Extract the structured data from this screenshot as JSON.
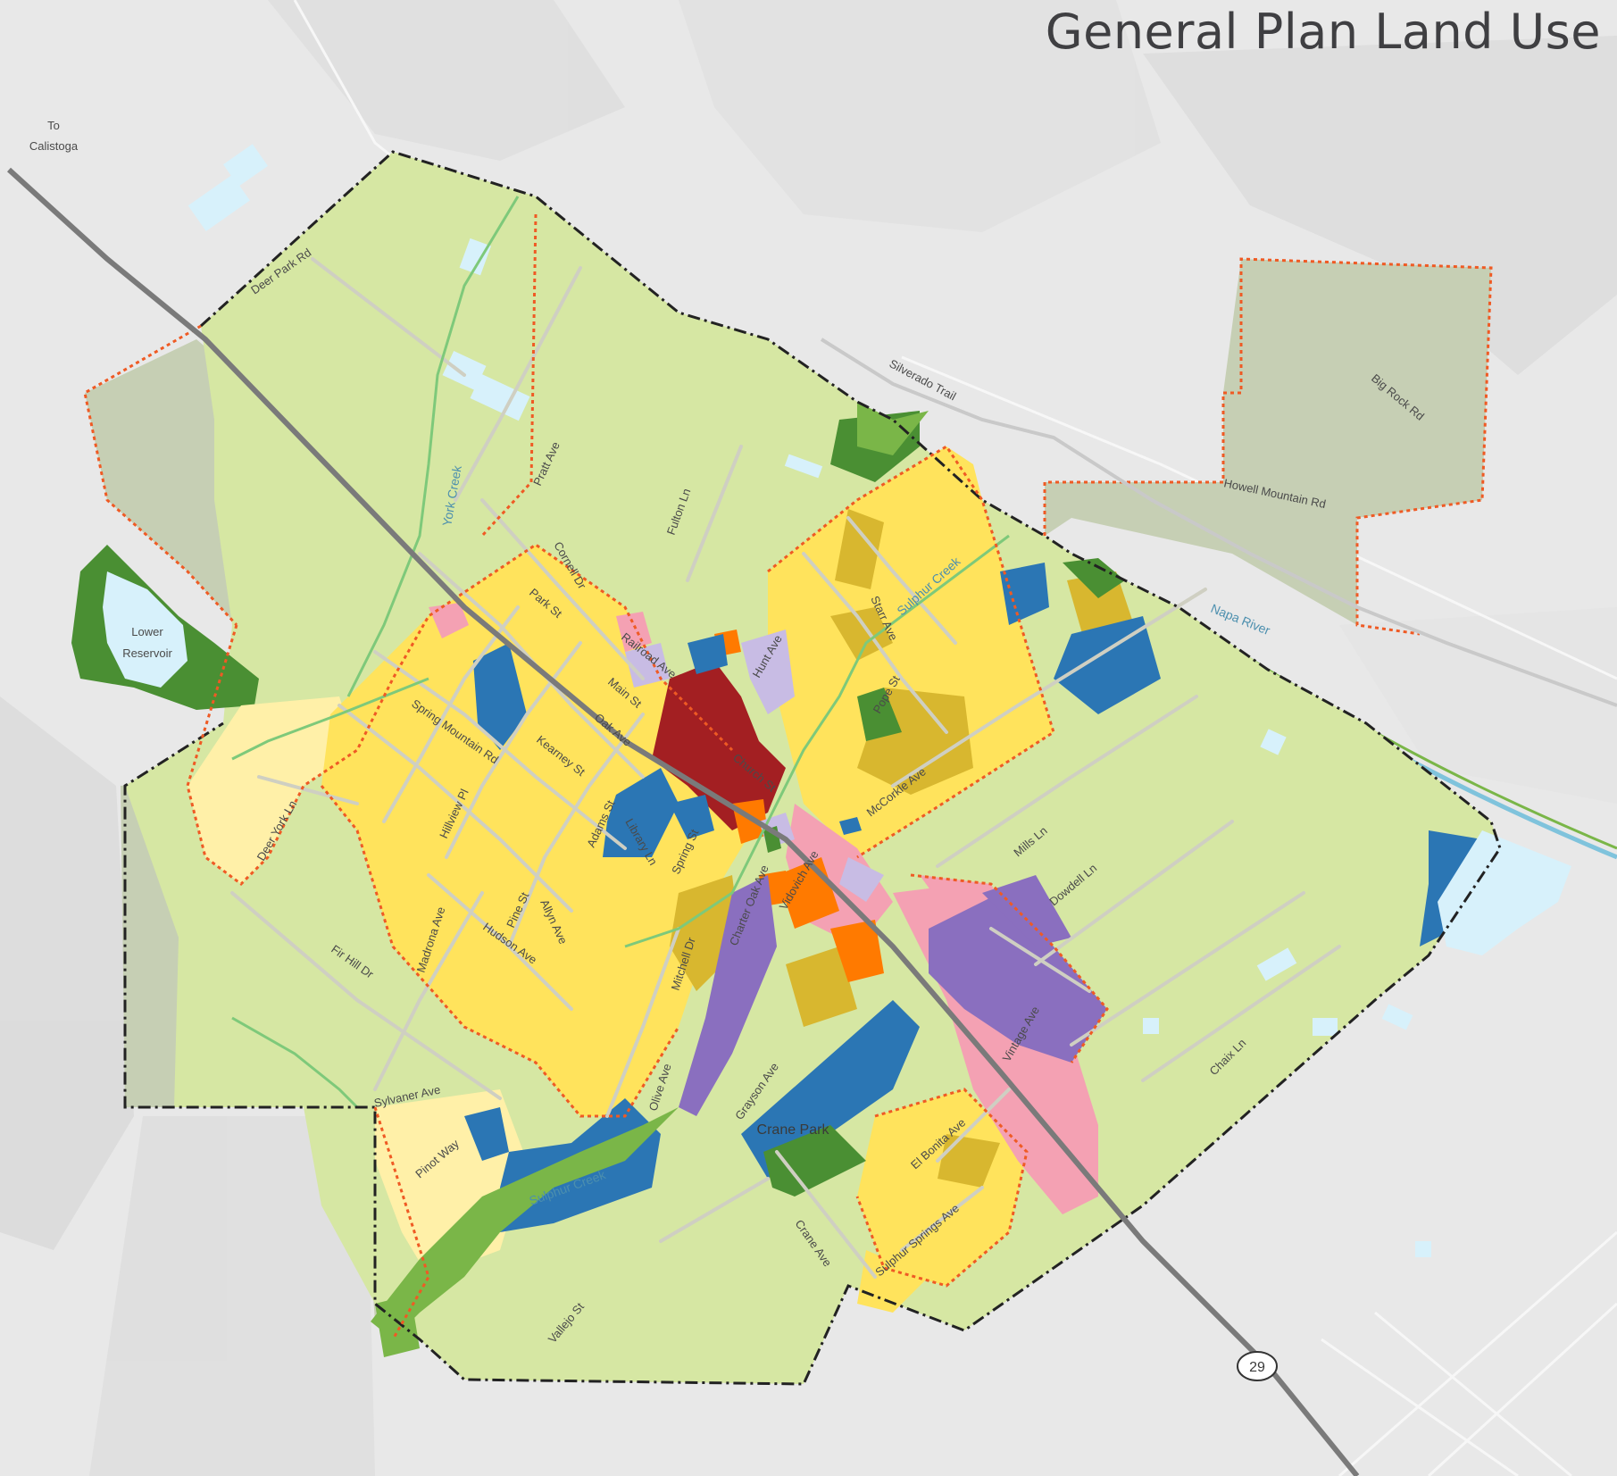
{
  "title": "General Plan Land Use",
  "place_labels": {
    "to_calistoga_line1": "To",
    "to_calistoga_line2": "Calistoga",
    "lower_reservoir_line1": "Lower",
    "lower_reservoir_line2": "Reservoir",
    "crane_park": "Crane Park"
  },
  "water_labels": {
    "york_creek": "York Creek",
    "sulphur_creek": "Sulphur Creek",
    "sulphur_creek_south": "Sulphur Creek",
    "napa_river": "Napa River"
  },
  "road_labels": {
    "deer_park_rd": "Deer Park Rd",
    "silverado_trail": "Silverado Trail",
    "big_rock_rd": "Big Rock Rd",
    "howell_mountain_rd": "Howell Mountain Rd",
    "pratt_ave": "Pratt Ave",
    "fulton_ln": "Fulton Ln",
    "cornell_dr": "Cornell Dr",
    "park_st": "Park St",
    "railroad_ave": "Railroad Ave",
    "main_st": "Main St",
    "hunt_ave": "Hunt Ave",
    "oak_ave": "Oak Ave",
    "church_st": "Church St",
    "spring_mountain_rd": "Spring Mountain Rd",
    "kearney_st": "Kearney St",
    "hillview_pl": "Hillview Pl",
    "adams_st": "Adams St",
    "library_ln": "Library Ln",
    "spring_st": "Spring St",
    "pope_st": "Pope St",
    "mccorkle_ave": "McCorkle Ave",
    "starr_ave": "Starr Ave",
    "deer_york_ln": "Deer York Ln",
    "pine_st": "Pine St",
    "allyn_ave": "Allyn Ave",
    "hudson_ave": "Hudson Ave",
    "madrona_ave": "Madrona Ave",
    "fir_hill_dr": "Fir Hill Dr",
    "mitchell_dr": "Mitchell Dr",
    "charter_oak_ave": "Charter Oak Ave",
    "vidovich_ave": "Vidovich Ave",
    "mills_ln": "Mills Ln",
    "dowdell_ln": "Dowdell Ln",
    "vintage_ave": "Vintage Ave",
    "chaix_ln": "Chaix Ln",
    "grayson_ave": "Grayson Ave",
    "olive_ave": "Olive Ave",
    "sylvaner_ave": "Sylvaner Ave",
    "pinot_way": "Pinot Way",
    "el_bonita_ave": "El Bonita Ave",
    "sulphur_springs_ave": "Sulphur Springs Ave",
    "crane_ave": "Crane Ave",
    "vallejo_st": "Vallejo St",
    "route_29": "29"
  },
  "colors": {
    "background_terrain": "#e9e9e9",
    "rural_residential": "#d6e7a3",
    "low_density_residential": "#fff0a8",
    "medium_density_residential": "#ffe35c",
    "high_density_residential": "#d8b72f",
    "downtown_commercial": "#a31f22",
    "service_commercial": "#f4a1b3",
    "mixed_use": "#ff7a00",
    "industrial": "#8a6fbf",
    "light_industrial": "#c8bce4",
    "public_institutional": "#2b76b4",
    "parks": "#4a8f33",
    "open_space_creek": "#7ab648",
    "agriculture_hillside": "#c6cfb4",
    "water": "#d7f1fb",
    "city_limit": "#222222",
    "urban_limit": "#ef5a24",
    "highway": "#7a7a7a"
  }
}
